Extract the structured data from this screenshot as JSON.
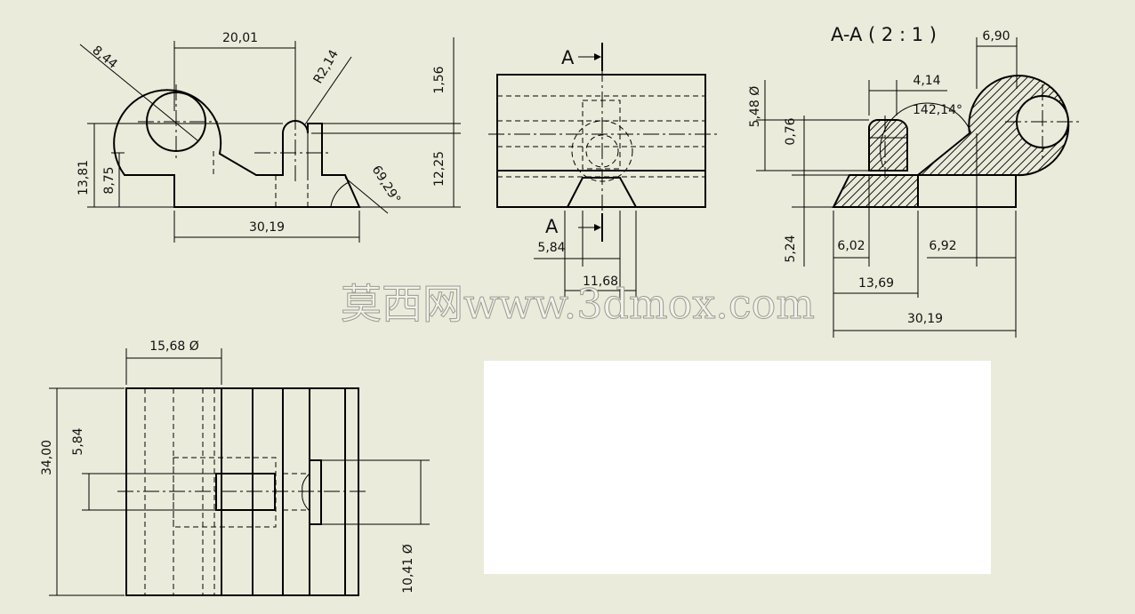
{
  "front_view": {
    "dims": {
      "top_width": "20,01",
      "circle_dia": "8,44",
      "fillet_radius": "R2,14",
      "top_offset": "1,56",
      "total_height": "13,81",
      "slot_height": "8,75",
      "right_height": "12,25",
      "angle": "69,29°",
      "base_width": "30,19"
    }
  },
  "top_view": {
    "section_label_top": "A",
    "section_label_bottom": "A",
    "dims": {
      "slot_width": "5,84",
      "cone_width": "11,68"
    }
  },
  "section_view": {
    "title": "A-A ( 2 : 1 )",
    "dims": {
      "right_width": "6,90",
      "pin_dia": "5,48 Ø",
      "pin_len": "4,14",
      "angle": "142,14°",
      "gap": "0,76",
      "base_height": "5,24",
      "left_flat": "6,02",
      "right_flat": "6,92",
      "step_width": "13,69",
      "total_width": "30,19"
    }
  },
  "side_view": {
    "dims": {
      "bore_dia": "15,68 Ø",
      "height": "34,00",
      "slot": "5,84",
      "hole_dia": "10,41 Ø"
    }
  },
  "watermark": "莫西网www.3dmox.com"
}
